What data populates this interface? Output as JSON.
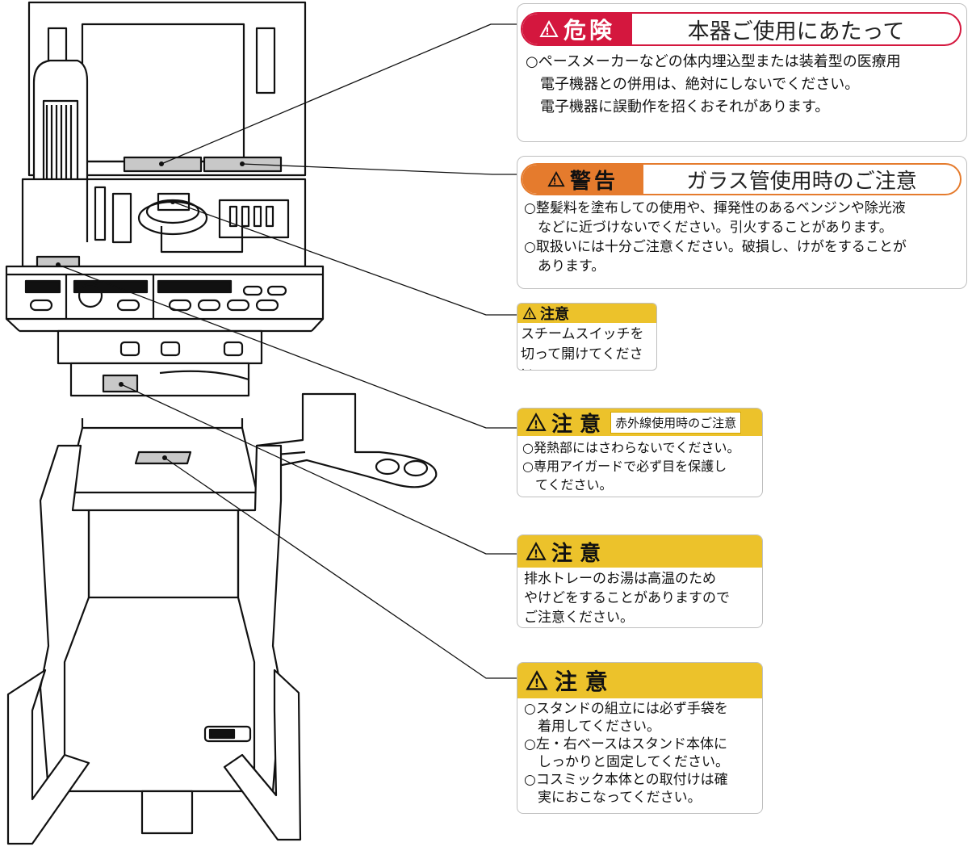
{
  "labels": {
    "danger": {
      "signal": "危険",
      "title": "本器ご使用にあたって",
      "text": "○ペースメーカーなどの体内埋込型または装着型の医療用\n　電子機器との併用は、絶対にしないでください。\n　電子機器に誤動作を招くおそれがあります。",
      "color": "#d4173e"
    },
    "warning": {
      "signal": "警告",
      "title": "ガラス管使用時のご注意",
      "text": "○整髪料を塗布しての使用や、揮発性のあるベンジンや除光液\n　などに近づけないでください。引火することがあります。\n○取扱いには十分ご注意ください。破損し、けがをすることが\n　あります。",
      "color": "#e57b2d"
    },
    "caution_steam": {
      "signal": "注意",
      "text": "スチームスイッチを\n切って開けてください。",
      "color": "#ecc22b"
    },
    "caution_infrared": {
      "signal": "注 意",
      "subtitle": "赤外線使用時のご注意",
      "text": "○発熱部にはさわらないでください。\n○専用アイガードで必ず目を保護し\n　てください。",
      "color": "#ecc22b"
    },
    "caution_drain": {
      "signal": "注 意",
      "text": "排水トレーのお湯は高温のため\nやけどをすることがありますので\nご注意ください。",
      "color": "#ecc22b"
    },
    "caution_stand": {
      "signal": "注 意",
      "text": "○スタンドの組立には必ず手袋を\n　着用してください。\n○左・右ベースはスタンド本体に\n　しっかりと固定してください。\n○コスミック本体との取付けは確\n　実におこなってください。",
      "color": "#ecc22b"
    }
  },
  "icons": {
    "warning_triangle": "warning-triangle-icon"
  }
}
